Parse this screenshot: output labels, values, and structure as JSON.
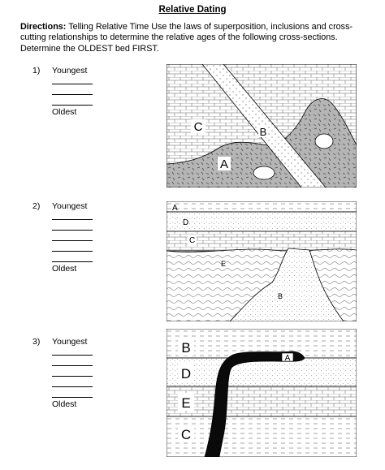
{
  "title": "Relative Dating",
  "directions": {
    "label": "Directions:",
    "text": " Telling Relative Time Use the laws of superposition, inclusions and cross-cutting relationships to determine the relative ages of the following cross-sections. Determine the OLDEST bed FIRST."
  },
  "questions": [
    {
      "number": "1)",
      "top_label": "Youngest",
      "bottom_label": "Oldest",
      "figure_labels": {
        "a": "A",
        "b": "B",
        "c": "C"
      }
    },
    {
      "number": "2)",
      "top_label": "Youngest",
      "bottom_label": "Oldest",
      "figure_labels": {
        "a": "A",
        "b": "B",
        "c": "C",
        "d": "D",
        "e": "E"
      }
    },
    {
      "number": "3)",
      "top_label": "Youngest",
      "bottom_label": "Oldest",
      "figure_labels": {
        "a": "A",
        "b": "B",
        "c": "C",
        "d": "D",
        "e": "E"
      }
    }
  ]
}
